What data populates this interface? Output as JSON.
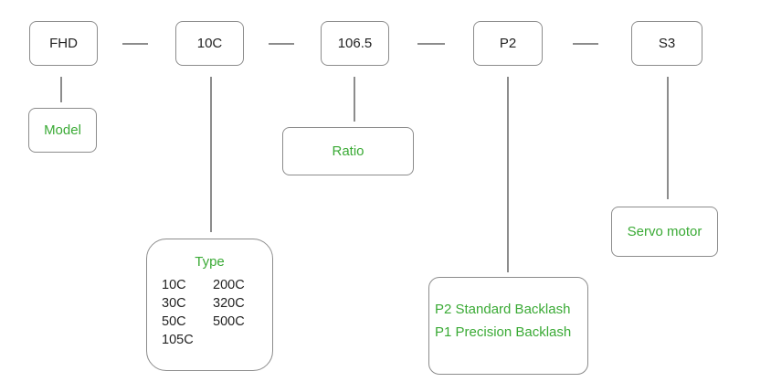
{
  "codes": {
    "model": "FHD",
    "type": "10C",
    "ratio": "106.5",
    "backlash": "P2",
    "motor": "S3"
  },
  "labels": {
    "model": "Model",
    "ratio": "Ratio",
    "servo_motor": "Servo motor",
    "type_title": "Type",
    "type_options": [
      "10C",
      "200C",
      "30C",
      "320C",
      "50C",
      "500C",
      "105C"
    ],
    "backlash_options": [
      "P2 Standard Backlash",
      "P1 Precision Backlash"
    ]
  },
  "colors": {
    "label_green": "#3aaa35",
    "border_gray": "#8c8c8c",
    "code_text": "#222222"
  }
}
